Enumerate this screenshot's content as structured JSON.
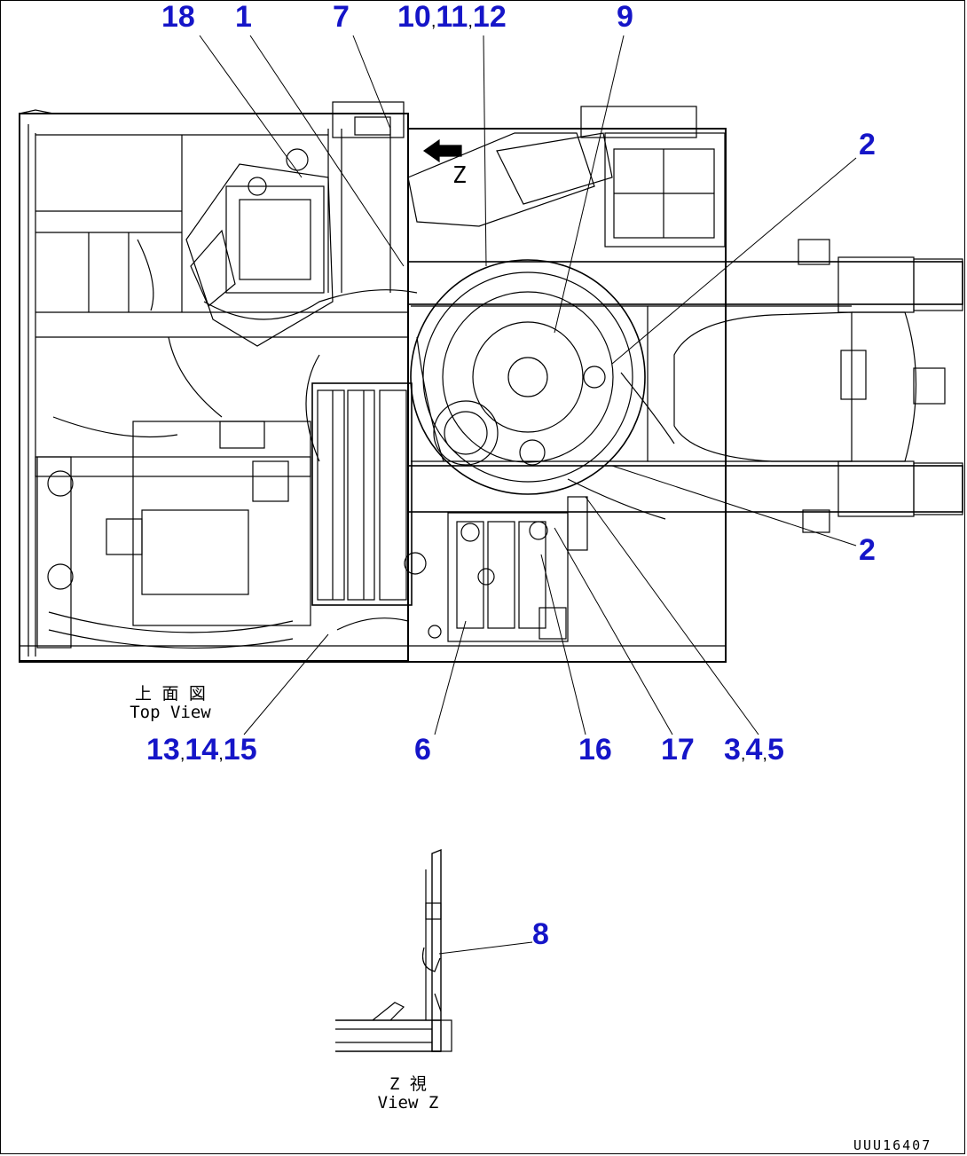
{
  "callouts": {
    "c18": "18",
    "c1": "1",
    "c7": "7",
    "c10": "10",
    "c11": "11",
    "c12": "12",
    "c9": "9",
    "c2a": "2",
    "c2b": "2",
    "c13": "13",
    "c14": "14",
    "c15": "15",
    "c6": "6",
    "c16": "16",
    "c17": "17",
    "c3": "3",
    "c4": "4",
    "c5": "5",
    "c8": "8"
  },
  "separator": ",",
  "arrow_label": "Z",
  "top_view": {
    "jp": "上 面 図",
    "en": "Top View"
  },
  "view_z": {
    "jp": "Z 視",
    "en": "View Z"
  },
  "drawing_code": "UUU16407"
}
